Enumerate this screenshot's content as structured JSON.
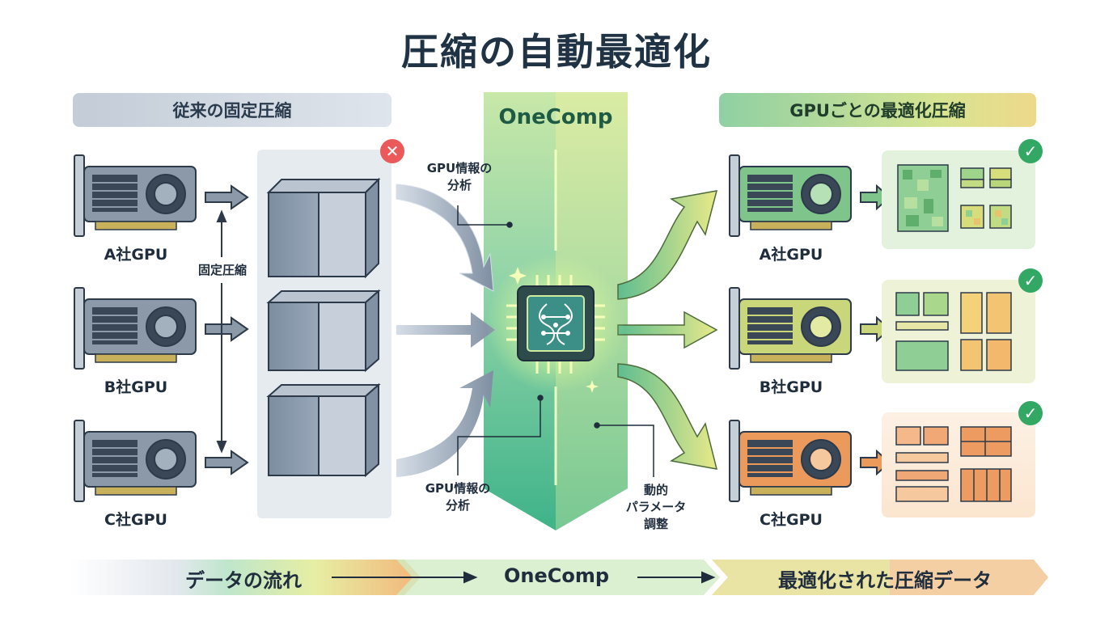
{
  "title": "圧縮の自動最適化",
  "left_section": {
    "header": "従来の固定圧縮",
    "gpus": [
      "A社GPU",
      "B社GPU",
      "C社GPU"
    ],
    "fixed_label": "固定圧縮",
    "status_icon": "close-icon"
  },
  "center": {
    "title": "OneComp",
    "analysis_top": [
      "GPU情報の",
      "分析"
    ],
    "analysis_bottom": [
      "GPU情報の",
      "分析"
    ],
    "dynamic": [
      "動的",
      "パラメータ",
      "調整"
    ],
    "chip_icon": "ai-chip-icon"
  },
  "right_section": {
    "header": "GPUごとの最適化圧縮",
    "gpus": [
      "A社GPU",
      "B社GPU",
      "C社GPU"
    ],
    "status_icon": "check-icon"
  },
  "bottom_flow": {
    "step1": "データの流れ",
    "step2": "OneComp",
    "step3": "最適化された圧縮データ"
  },
  "colors": {
    "gray_gpu": "#8b99a8",
    "green_gpu": "#7fc48a",
    "orange_gpu": "#eb9a5c",
    "onecomp_green": "#3fb389",
    "error_red": "#ea5a5a",
    "ok_green": "#33a865"
  }
}
